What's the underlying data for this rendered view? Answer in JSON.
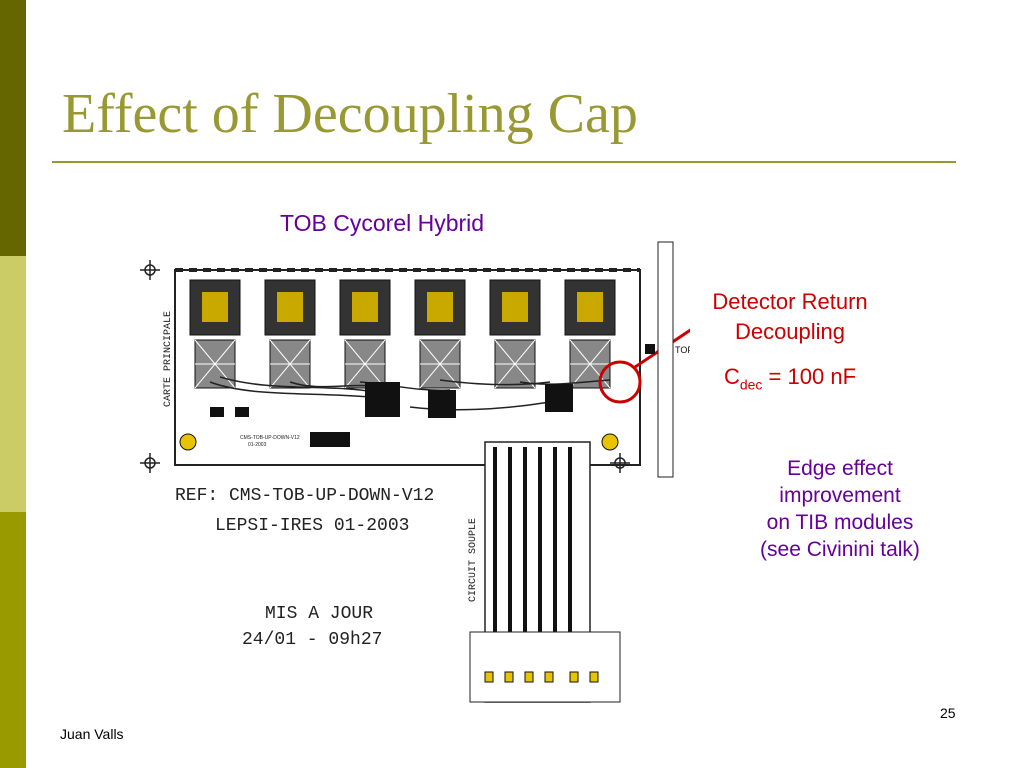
{
  "slide": {
    "title": "Effect of Decoupling Cap",
    "hybrid_label": "TOB Cycorel Hybrid",
    "callout": {
      "line1": "Detector Return",
      "line2": "Decoupling",
      "cdec_symbol": "C",
      "cdec_sub": "dec",
      "cdec_value": " = 100 nF"
    },
    "edge_note": {
      "line1": "Edge effect",
      "line2": "improvement",
      "line3": "on TIB modules",
      "line4": "(see Civinini talk)"
    },
    "page_number": "25",
    "author": "Juan Valls"
  },
  "drawing": {
    "side_label": "CARTE PRINCIPALE",
    "flex_label": "CIRCUIT SOUPLE",
    "top_label": "TOP",
    "ref_line": "REF: CMS-TOB-UP-DOWN-V12",
    "lab_line": "LEPSI-IRES 01-2003",
    "update_line1": "MIS A JOUR",
    "update_line2": "24/01 - 09h27",
    "small_ref1": "CMS-TOB-UP-DOWN-V12",
    "small_ref2": "01-2003"
  },
  "colors": {
    "title": "#999933",
    "sidebar_dark": "#666600",
    "sidebar_light": "#cccc66",
    "sidebar_mid": "#999900",
    "purple": "#660099",
    "red": "#cc0000"
  }
}
